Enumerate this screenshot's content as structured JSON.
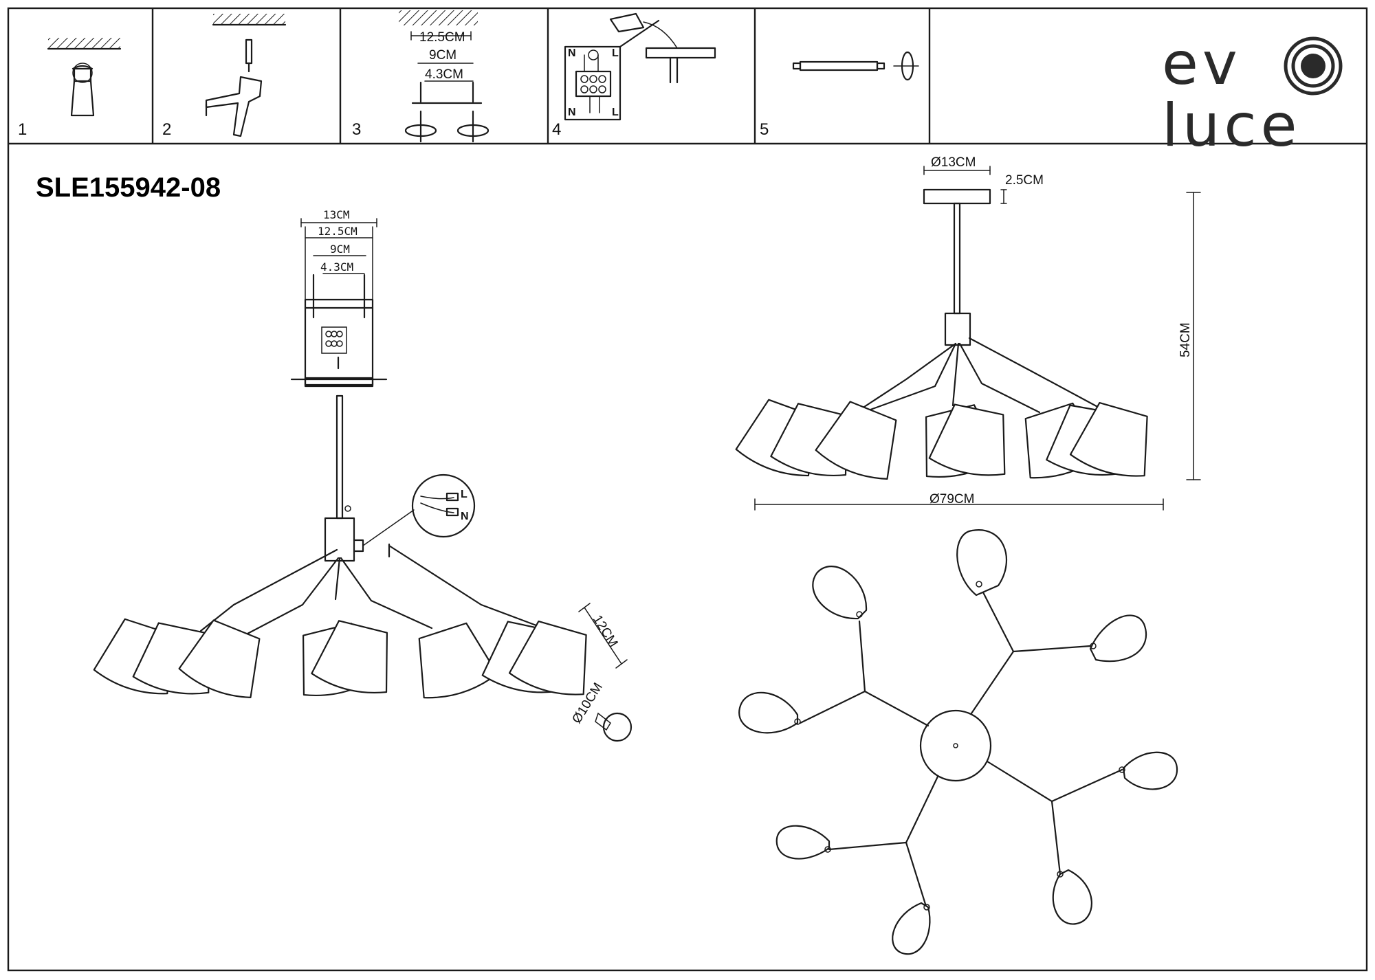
{
  "brand": {
    "line1": "ev",
    "line2": "luce",
    "logo_icon": "concentric-ring-o-icon"
  },
  "model": "SLE155942-08",
  "steps": [
    {
      "number": "1"
    },
    {
      "number": "2"
    },
    {
      "number": "3",
      "dims": [
        "12.5CM",
        "9CM",
        "4.3CM"
      ]
    },
    {
      "number": "4",
      "wires": [
        "N",
        "L",
        "N",
        "L"
      ]
    },
    {
      "number": "5"
    }
  ],
  "canopy_detail": {
    "dims": [
      "13CM",
      "12.5CM",
      "9CM",
      "4.3CM"
    ]
  },
  "front_view": {
    "wire_labels": [
      "L",
      "N"
    ],
    "shade_height": "12CM",
    "bulb_diameter": "Ø10CM"
  },
  "side_view": {
    "canopy_diameter": "Ø13CM",
    "canopy_height": "2.5CM",
    "total_height": "54CM",
    "total_diameter": "Ø79CM"
  },
  "colors": {
    "line": "#1a1a1a",
    "background": "#ffffff"
  }
}
